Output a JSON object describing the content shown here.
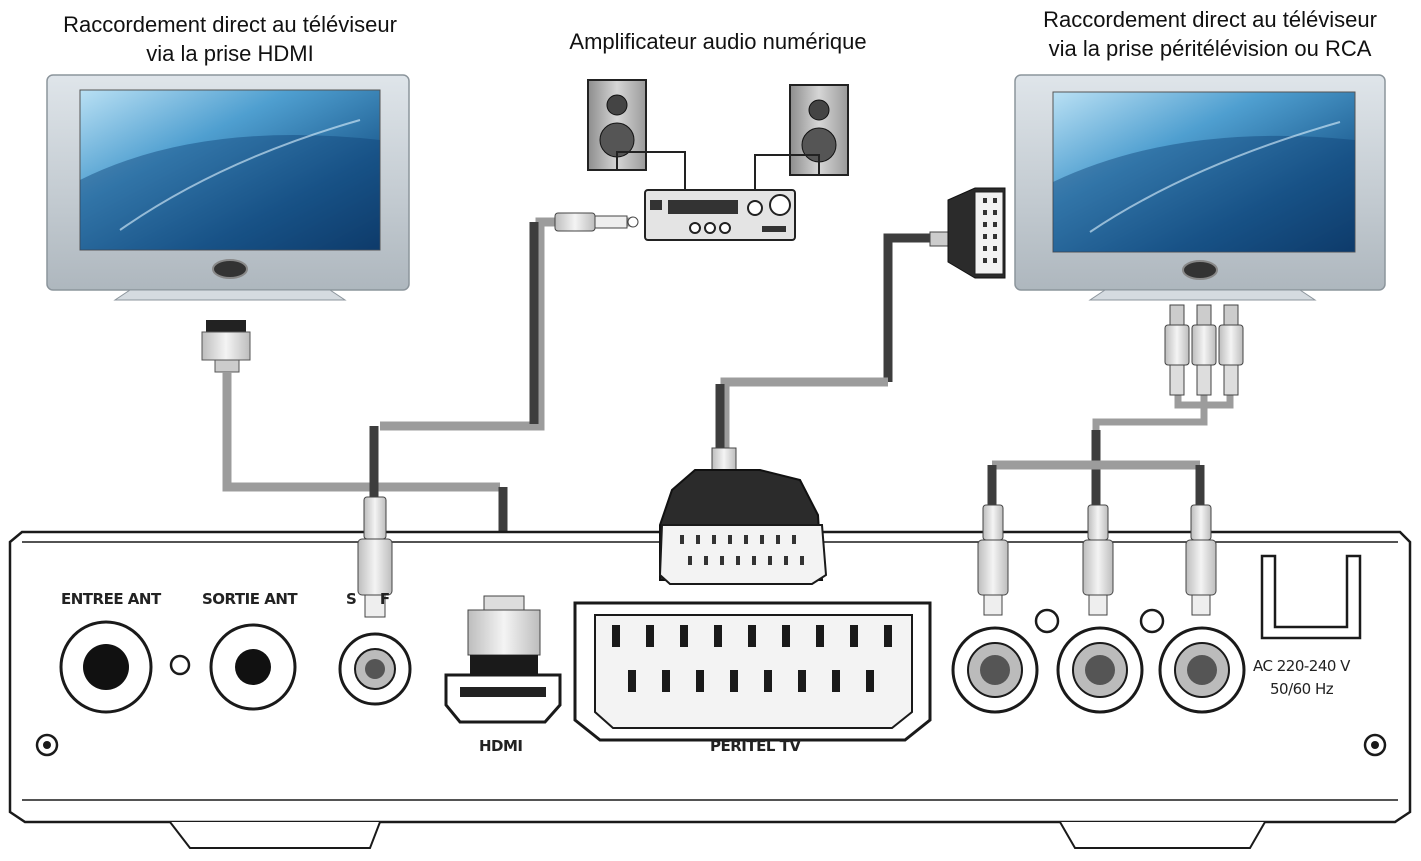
{
  "captions": {
    "hdmi_tv": [
      "Raccordement direct au téléviseur",
      "via la prise HDMI"
    ],
    "amplifier": "Amplificateur audio numérique",
    "scart_tv": [
      "Raccordement direct au téléviseur",
      "via la prise péritélévision ou RCA"
    ]
  },
  "rear_panel": {
    "antenna_in": "ENTREE ANT",
    "antenna_out": "SORTIE ANT",
    "spdif": "S     F",
    "hdmi": "HDMI",
    "scart": "PERITEL TV",
    "power_line1": "AC 220-240 V",
    "power_line2": "50/60 Hz"
  },
  "colors": {
    "cable_dark": "#3d3d3d",
    "cable_light": "#9c9c9c",
    "tv_frame": "#c4ccd2",
    "screen_blue": "#2f78ad",
    "outline": "#1a1a1a"
  },
  "icons": {
    "tv": "flat-tv-icon",
    "speaker": "speaker-icon",
    "amplifier": "amplifier-icon",
    "scart_plug": "scart-plug-icon",
    "hdmi_plug": "hdmi-plug-icon",
    "rca_plug": "rca-plug-icon"
  }
}
